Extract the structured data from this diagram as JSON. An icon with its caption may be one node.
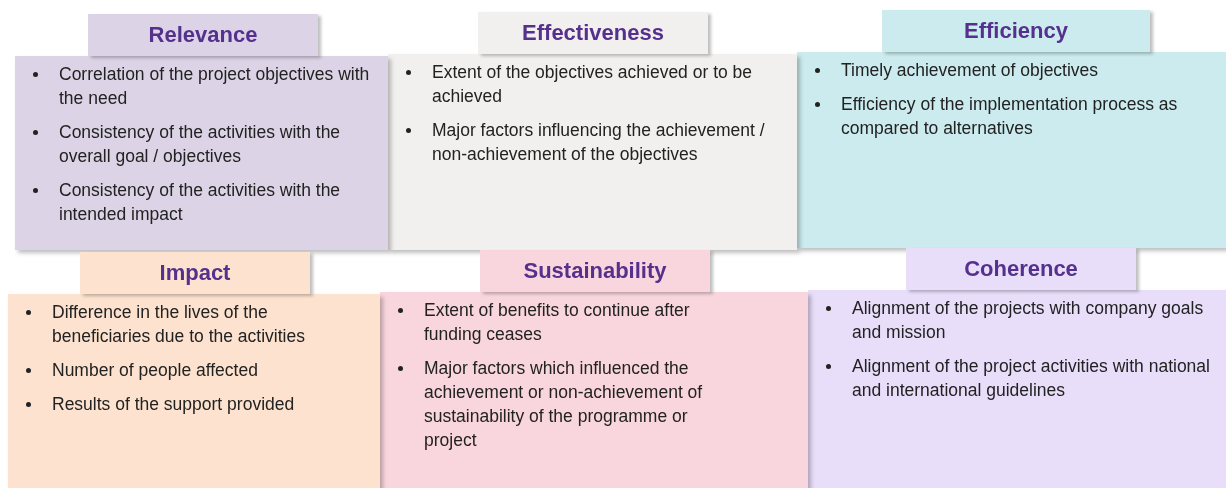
{
  "diagram": {
    "nodes": [
      {
        "text": [
          "Relevance",
          "Correlation of the project objectives with the need",
          "Consistency of the activities with the overall goal / objectives",
          "Consistency of the activities with the intended impact"
        ]
      },
      {
        "text": [
          "Effectiveness",
          "Extent of the objectives achieved or to be achieved",
          "Major factors influencing the achievement / non-achievement of the objectives"
        ]
      },
      {
        "text": [
          "Efficiency",
          "Timely achievement of objectives",
          "Efficiency of the implementation process as compared to alternatives"
        ]
      },
      {
        "text": [
          "Impact",
          "Difference in the lives of the beneficiaries due to the activities",
          "Number of people affected",
          "Results of the support provided"
        ]
      },
      {
        "text": [
          "Sustainability",
          "Extent of benefits to continue after funding ceases",
          "Major factors which influenced the achievement or non-achievement of sustainability of the programme or project"
        ]
      },
      {
        "text": [
          "Coherence",
          "Alignment of the projects with company goals and mission",
          "Alignment of the project activities with national and international guidelines"
        ]
      }
    ]
  }
}
